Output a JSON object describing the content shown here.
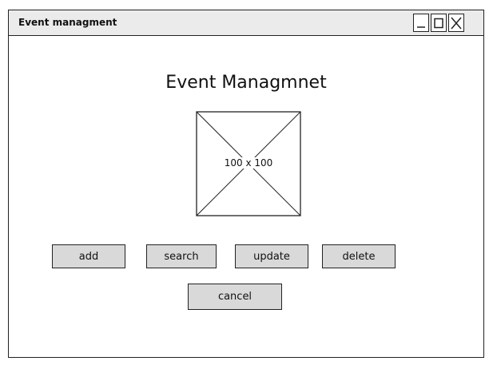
{
  "window": {
    "title": "Event managment",
    "controls": {
      "minimize_icon": "minimize-icon",
      "maximize_icon": "maximize-icon",
      "close_icon": "close-icon"
    }
  },
  "main": {
    "heading": "Event Managmnet",
    "image_placeholder": {
      "label": "100 x 100"
    }
  },
  "actions": {
    "add": "add",
    "search": "search",
    "update": "update",
    "delete": "delete",
    "cancel": "cancel"
  },
  "colors": {
    "titlebar": "#ebebeb",
    "button": "#d9d9d9",
    "border": "#222222"
  }
}
